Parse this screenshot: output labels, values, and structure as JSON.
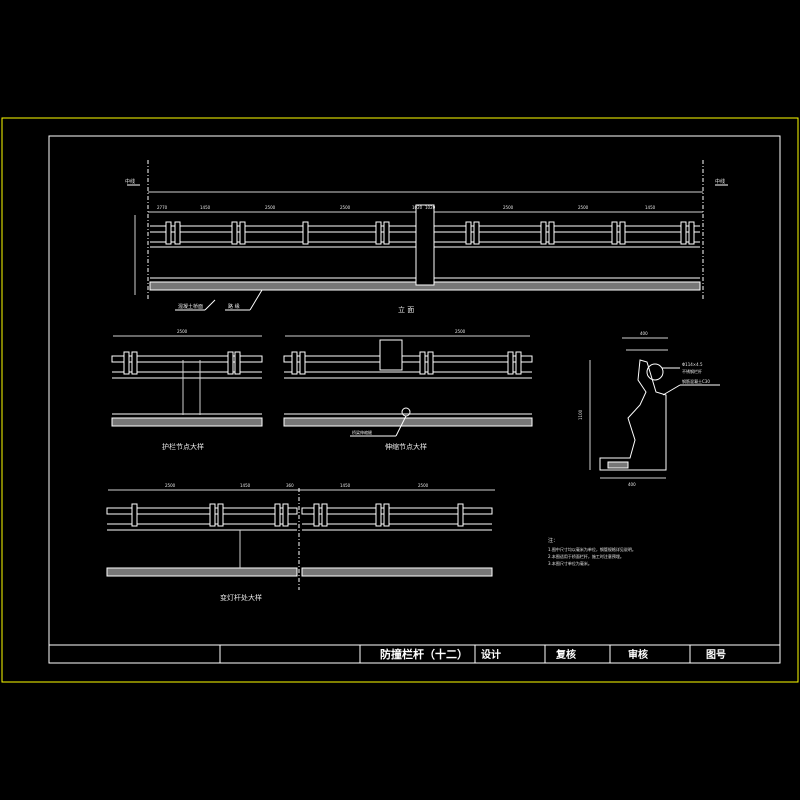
{
  "colors": {
    "background": "#000000",
    "frame": "#ffff00",
    "linework": "#ffffff",
    "dimension": "#cfcfcf",
    "hatch": "#8a8a8a"
  },
  "elevation": {
    "title": "立 面",
    "leader_labels": [
      "混凝土桥面",
      "路 缘"
    ],
    "end_marks": [
      "中线"
    ],
    "top_dimensions": [
      "2770",
      "1450",
      "2500",
      "2500",
      "1020",
      "1020",
      "2500",
      "2500",
      "1450"
    ]
  },
  "detail_a": {
    "caption": "护栏节点大样",
    "dimension": "2500"
  },
  "detail_b": {
    "caption": "伸缩节点大样",
    "dimension": "2500",
    "leader_label": "桥梁伸缩缝"
  },
  "detail_c": {
    "caption": "变灯杆处大样",
    "dimensions": [
      "2500",
      "1450",
      "360",
      "1450",
      "2500"
    ]
  },
  "section": {
    "dimension_top": "400",
    "dimension_bottom": "400",
    "dimension_side": "1100",
    "callouts": [
      "Φ114×4.5",
      "不锈钢栏杆",
      "钢筋混凝土C30"
    ]
  },
  "notes": {
    "heading": "注：",
    "items": [
      "1.图中尺寸均以毫米为单位，钢管规格详见说明。",
      "2.本图适用于桥面栏杆，施工时注意预埋。",
      "3.本图尺寸单位为毫米。"
    ]
  },
  "title_block": {
    "drawing_title": "防撞栏杆（十二）",
    "design_label": "设计",
    "review_label": "复核",
    "approve_label": "审核",
    "sheet_label": "图号"
  }
}
